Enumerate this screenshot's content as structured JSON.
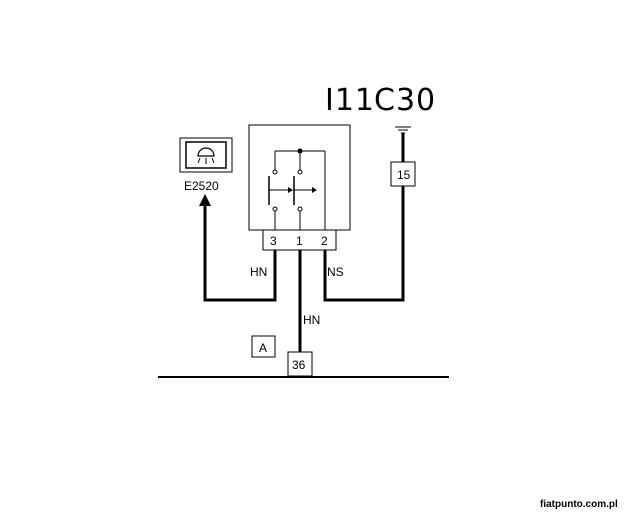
{
  "component": {
    "id": "I11",
    "connector": "C30",
    "pins": [
      "3",
      "1",
      "2"
    ]
  },
  "lamp": {
    "label": "E2520"
  },
  "ground_terminal": {
    "label": "15"
  },
  "wires": {
    "left": "HN",
    "center": "HN",
    "right": "NS"
  },
  "bus": {
    "node_label": "36",
    "marker": "A"
  },
  "watermark": "fiatpunto.com.pl"
}
